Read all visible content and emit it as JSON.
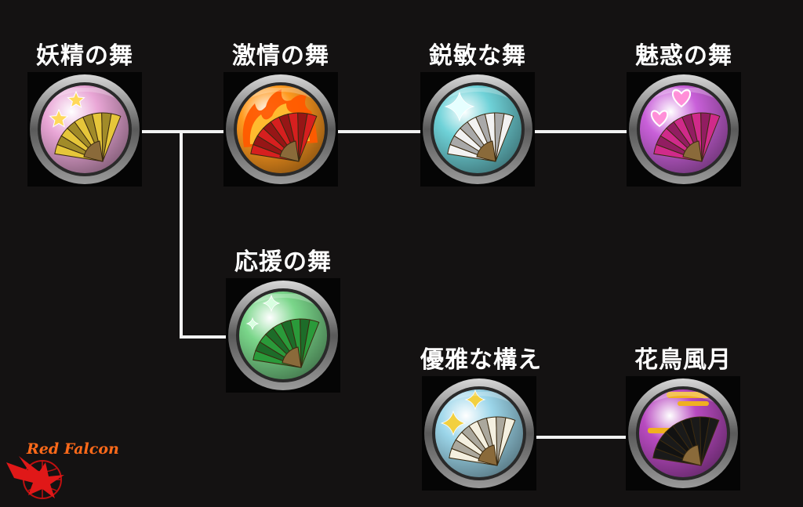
{
  "skills": [
    {
      "id": "fairy",
      "label": "妖精の舞",
      "bg": "#e9a6d6",
      "fan": "#e6c63a",
      "accent": "stars",
      "accent_color": "#ffd85a",
      "icon": "fan-stars-icon"
    },
    {
      "id": "passion",
      "label": "激情の舞",
      "bg": "#ff9a1f",
      "fan": "#d61f1f",
      "accent": "flames",
      "accent_color": "#ff5a00",
      "icon": "fan-flame-icon"
    },
    {
      "id": "keen",
      "label": "鋭敏な舞",
      "bg": "#6fd2d8",
      "fan": "#f2f2f2",
      "accent": "sparkle",
      "accent_color": "#e6ffff",
      "icon": "fan-sparkle-icon"
    },
    {
      "id": "charm",
      "label": "魅惑の舞",
      "bg": "#c960d9",
      "fan": "#d02a8a",
      "accent": "hearts",
      "accent_color": "#ff8fd8",
      "icon": "fan-hearts-icon"
    },
    {
      "id": "cheer",
      "label": "応援の舞",
      "bg": "#7ad68a",
      "fan": "#2a9a3a",
      "accent": "twinkle",
      "accent_color": "#d8ffe0",
      "icon": "fan-twinkle-icon"
    },
    {
      "id": "elegant",
      "label": "優雅な構え",
      "bg": "#9cd6ea",
      "fan": "#f4f0e0",
      "accent": "gold-stars",
      "accent_color": "#f2d040",
      "icon": "fan-gold-stars-icon"
    },
    {
      "id": "kachou",
      "label": "花鳥風月",
      "bg": "#b84ac0",
      "fan": "#1a1a1a",
      "accent": "moon",
      "accent_color": "#f0b020",
      "icon": "fan-moon-icon"
    }
  ],
  "logo": {
    "text": "Red Falcon",
    "color": "#e01818"
  }
}
